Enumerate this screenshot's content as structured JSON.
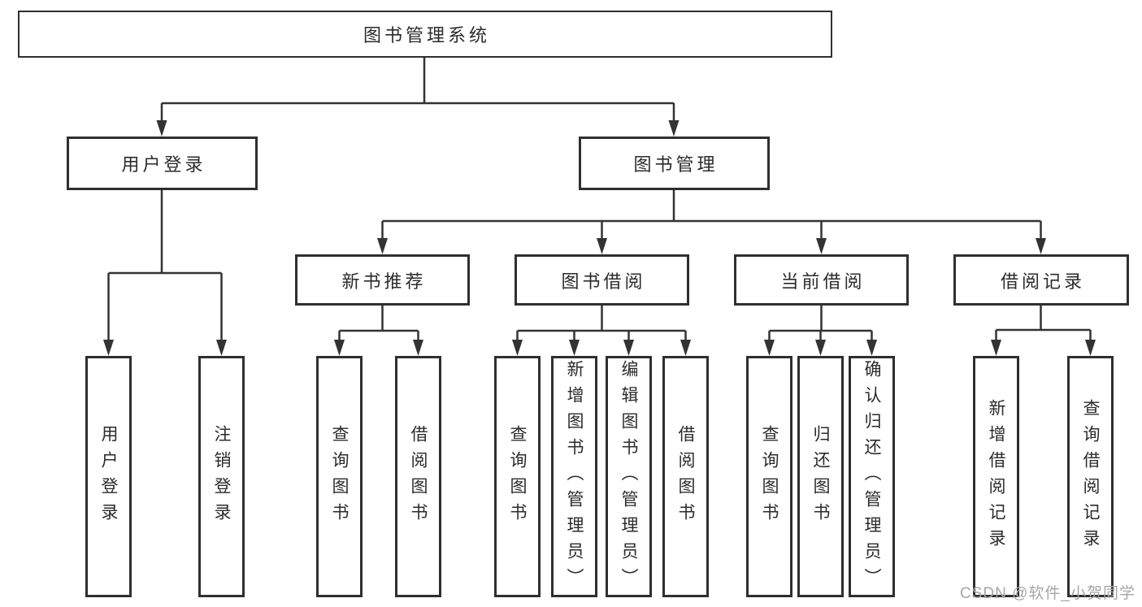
{
  "diagram": {
    "type": "hierarchy-tree",
    "root": {
      "label": "图书管理系统"
    },
    "branches": [
      {
        "label": "用户登录",
        "children": [
          {
            "label": "用户登录"
          },
          {
            "label": "注销登录"
          }
        ]
      },
      {
        "label": "图书管理",
        "children": [
          {
            "label": "新书推荐",
            "children": [
              {
                "label": "查询图书"
              },
              {
                "label": "借阅图书"
              }
            ]
          },
          {
            "label": "图书借阅",
            "children": [
              {
                "label": "查询图书"
              },
              {
                "label": "新增图书（管理员）"
              },
              {
                "label": "编辑图书（管理员）"
              },
              {
                "label": "借阅图书"
              }
            ]
          },
          {
            "label": "当前借阅",
            "children": [
              {
                "label": "查询图书"
              },
              {
                "label": "归还图书"
              },
              {
                "label": "确认归还（管理员）"
              }
            ]
          },
          {
            "label": "借阅记录",
            "children": [
              {
                "label": "新增借阅记录"
              },
              {
                "label": "查询借阅记录"
              }
            ]
          }
        ]
      }
    ],
    "watermark": "CSDN @软件_小贺同学",
    "colors": {
      "background": "#ffffff",
      "line": "#333333",
      "box_border": "#2f2f2f",
      "text": "#2b2b2b",
      "watermark": "#a6a6a6"
    }
  }
}
